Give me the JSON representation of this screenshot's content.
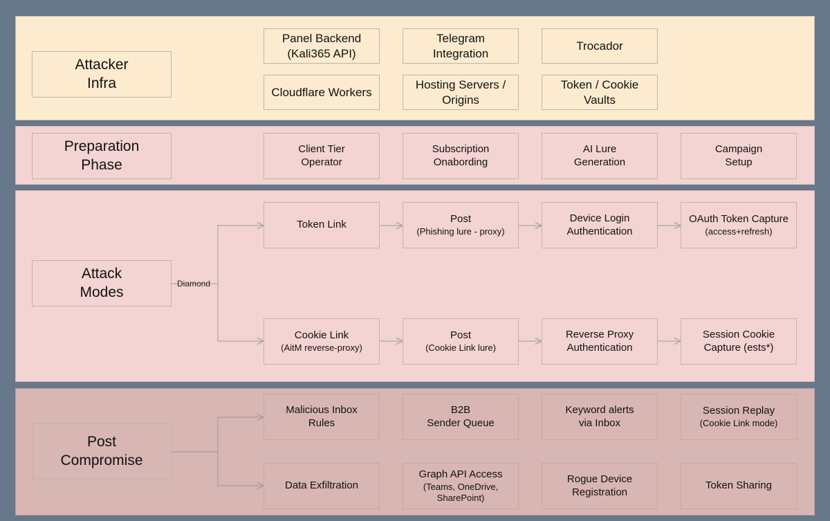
{
  "colors": {
    "background": "#66788a",
    "infra_band": "#fcebcf",
    "prep_band": "#f3d4d3",
    "attack_band": "#f3d4d3",
    "post_band": "#d8b6b4"
  },
  "rows": {
    "infra": {
      "label": [
        "Attacker",
        "Infra"
      ],
      "nodes": [
        [
          "Panel Backend",
          "(Kali365 API)"
        ],
        [
          "Telegram",
          "Integration"
        ],
        [
          "Trocador"
        ],
        [
          "Cloudflare Workers"
        ],
        [
          "Hosting Servers /",
          "Origins"
        ],
        [
          "Token / Cookie",
          "Vaults"
        ]
      ]
    },
    "prep": {
      "label": [
        "Preparation",
        "Phase"
      ],
      "nodes": [
        [
          "Client Tier",
          "Operator"
        ],
        [
          "Subscription",
          "Onabording"
        ],
        [
          "AI Lure",
          "Generation"
        ],
        [
          "Campaign",
          "Setup"
        ]
      ]
    },
    "attack": {
      "label": [
        "Attack",
        "Modes"
      ],
      "edge_label": "Diamond",
      "token_path": [
        {
          "title": "Token Link",
          "sub": ""
        },
        {
          "title": "Post",
          "sub": "(Phishing lure - proxy)"
        },
        {
          "title": "Device Login",
          "sub": "Authentication"
        },
        {
          "title": "OAuth Token Capture",
          "sub": "(access+refresh)"
        }
      ],
      "cookie_path": [
        {
          "title": "Cookie Link",
          "sub": "(AitM reverse-proxy)"
        },
        {
          "title": "Post",
          "sub": "(Cookie Link lure)"
        },
        {
          "title": "Reverse Proxy",
          "sub": "Authentication"
        },
        {
          "title": "Session Cookie",
          "sub": "Capture (ests*)"
        }
      ]
    },
    "post": {
      "label": [
        "Post",
        "Compromise"
      ],
      "top_nodes": [
        {
          "title": "Malicious Inbox",
          "sub": "Rules"
        },
        {
          "title": "B2B",
          "sub": "Sender Queue"
        },
        {
          "title": "Keyword alerts",
          "sub": "via Inbox"
        },
        {
          "title": "Session Replay",
          "sub": "(Cookie Link mode)"
        }
      ],
      "bottom_nodes": [
        {
          "title": "Data Exfiltration",
          "sub": "",
          "sub2": ""
        },
        {
          "title": "Graph API Access",
          "sub": "(Teams, OneDrive,",
          "sub2": "SharePoint)"
        },
        {
          "title": "Rogue Device",
          "sub": "Registration",
          "sub2": ""
        },
        {
          "title": "Token Sharing",
          "sub": "",
          "sub2": ""
        }
      ]
    }
  }
}
